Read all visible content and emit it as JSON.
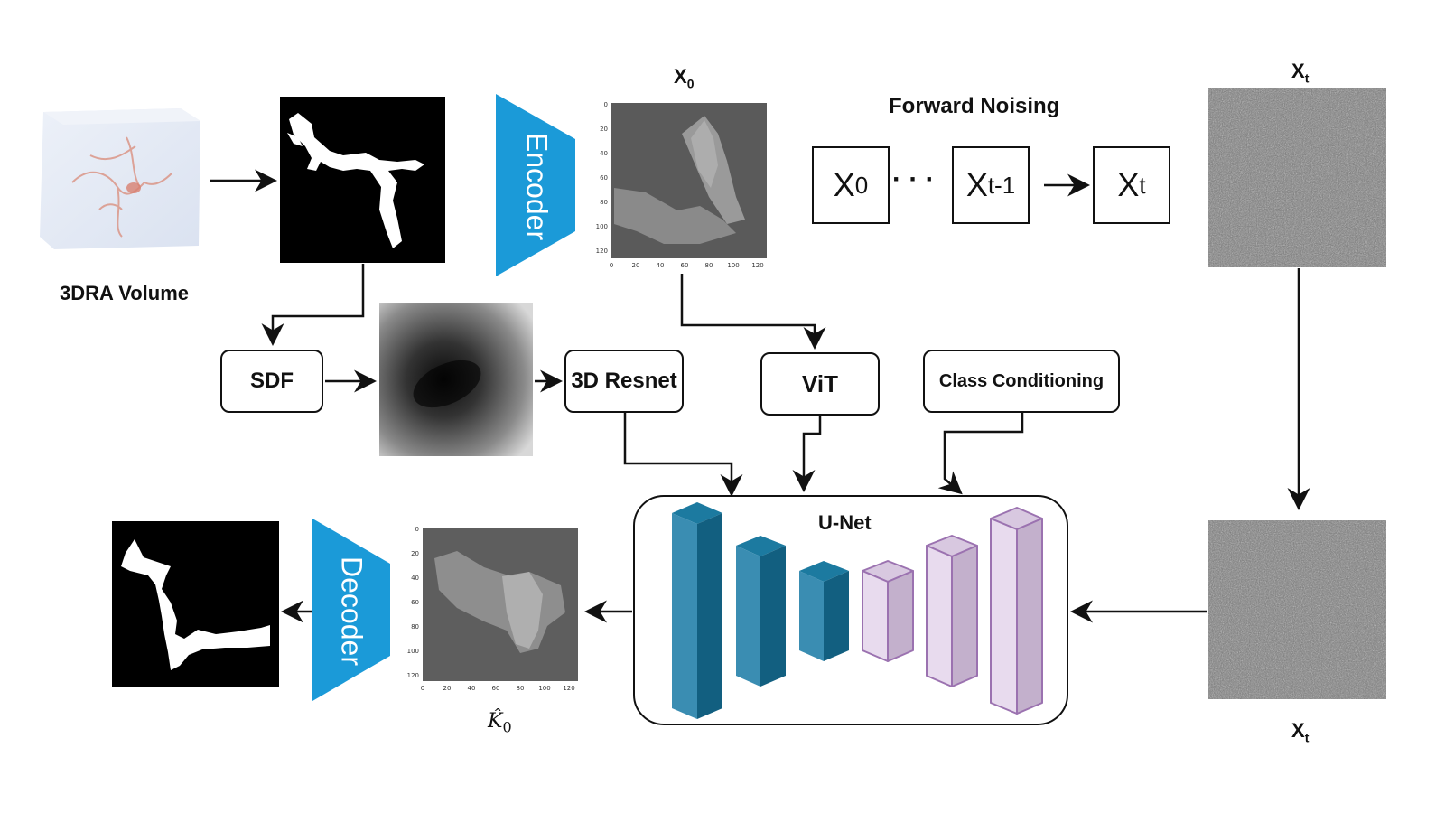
{
  "labels": {
    "volume": "3DRA Volume",
    "x0_top": "X",
    "x0_top_sub": "0",
    "xt_top": "X",
    "xt_top_sub": "t",
    "xt_bottom": "X",
    "xt_bottom_sub": "t",
    "forward_noising": "Forward Noising",
    "unet": "U-Net",
    "k0": "K̂",
    "k0_sub": "0"
  },
  "trapezoids": {
    "encoder": "Encoder",
    "decoder": "Decoder"
  },
  "boxes": {
    "sdf": "SDF",
    "resnet": "3D Resnet",
    "vit": "ViT",
    "class_cond": "Class Conditioning"
  },
  "noising_chain": {
    "x0": "X",
    "x0_sub": "0",
    "dots": "· · ·",
    "xt1": "X",
    "xt1_sub": "t-1",
    "xt": "X",
    "xt_sub": "t"
  },
  "plot_ticks": {
    "y": [
      "0",
      "20",
      "40",
      "60",
      "80",
      "100",
      "120"
    ],
    "x": [
      "0",
      "20",
      "40",
      "60",
      "80",
      "100",
      "120"
    ]
  },
  "colors": {
    "trapezoid_blue": "#1b9ad8",
    "unet_blue_front": "#3a8db2",
    "unet_blue_side": "#125f80",
    "unet_blue_top": "#1c7aa0",
    "unet_purple_front": "#e8dbee",
    "unet_purple_side": "#c3b0cc",
    "unet_purple_top": "#d8c8e0",
    "unet_purple_stroke": "#9b72b0"
  }
}
